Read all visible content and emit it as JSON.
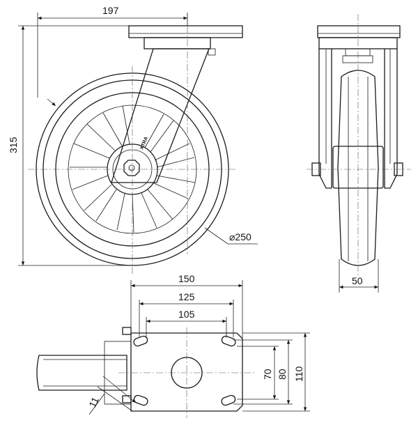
{
  "dimensions": {
    "top_width": "197",
    "total_height": "315",
    "wheel_diameter": "⌀250",
    "wheel_width": "50",
    "plate_width": "150",
    "bolt_spacing_outer": "125",
    "bolt_spacing_inner": "105",
    "bolt_spacing_vertical_inner": "70",
    "bolt_spacing_vertical_outer": "80",
    "plate_height": "110",
    "bolt_hole": "11"
  },
  "fork_logo_text": "XTRA",
  "colors": {
    "line": "#1a1a1a",
    "background": "#ffffff"
  }
}
